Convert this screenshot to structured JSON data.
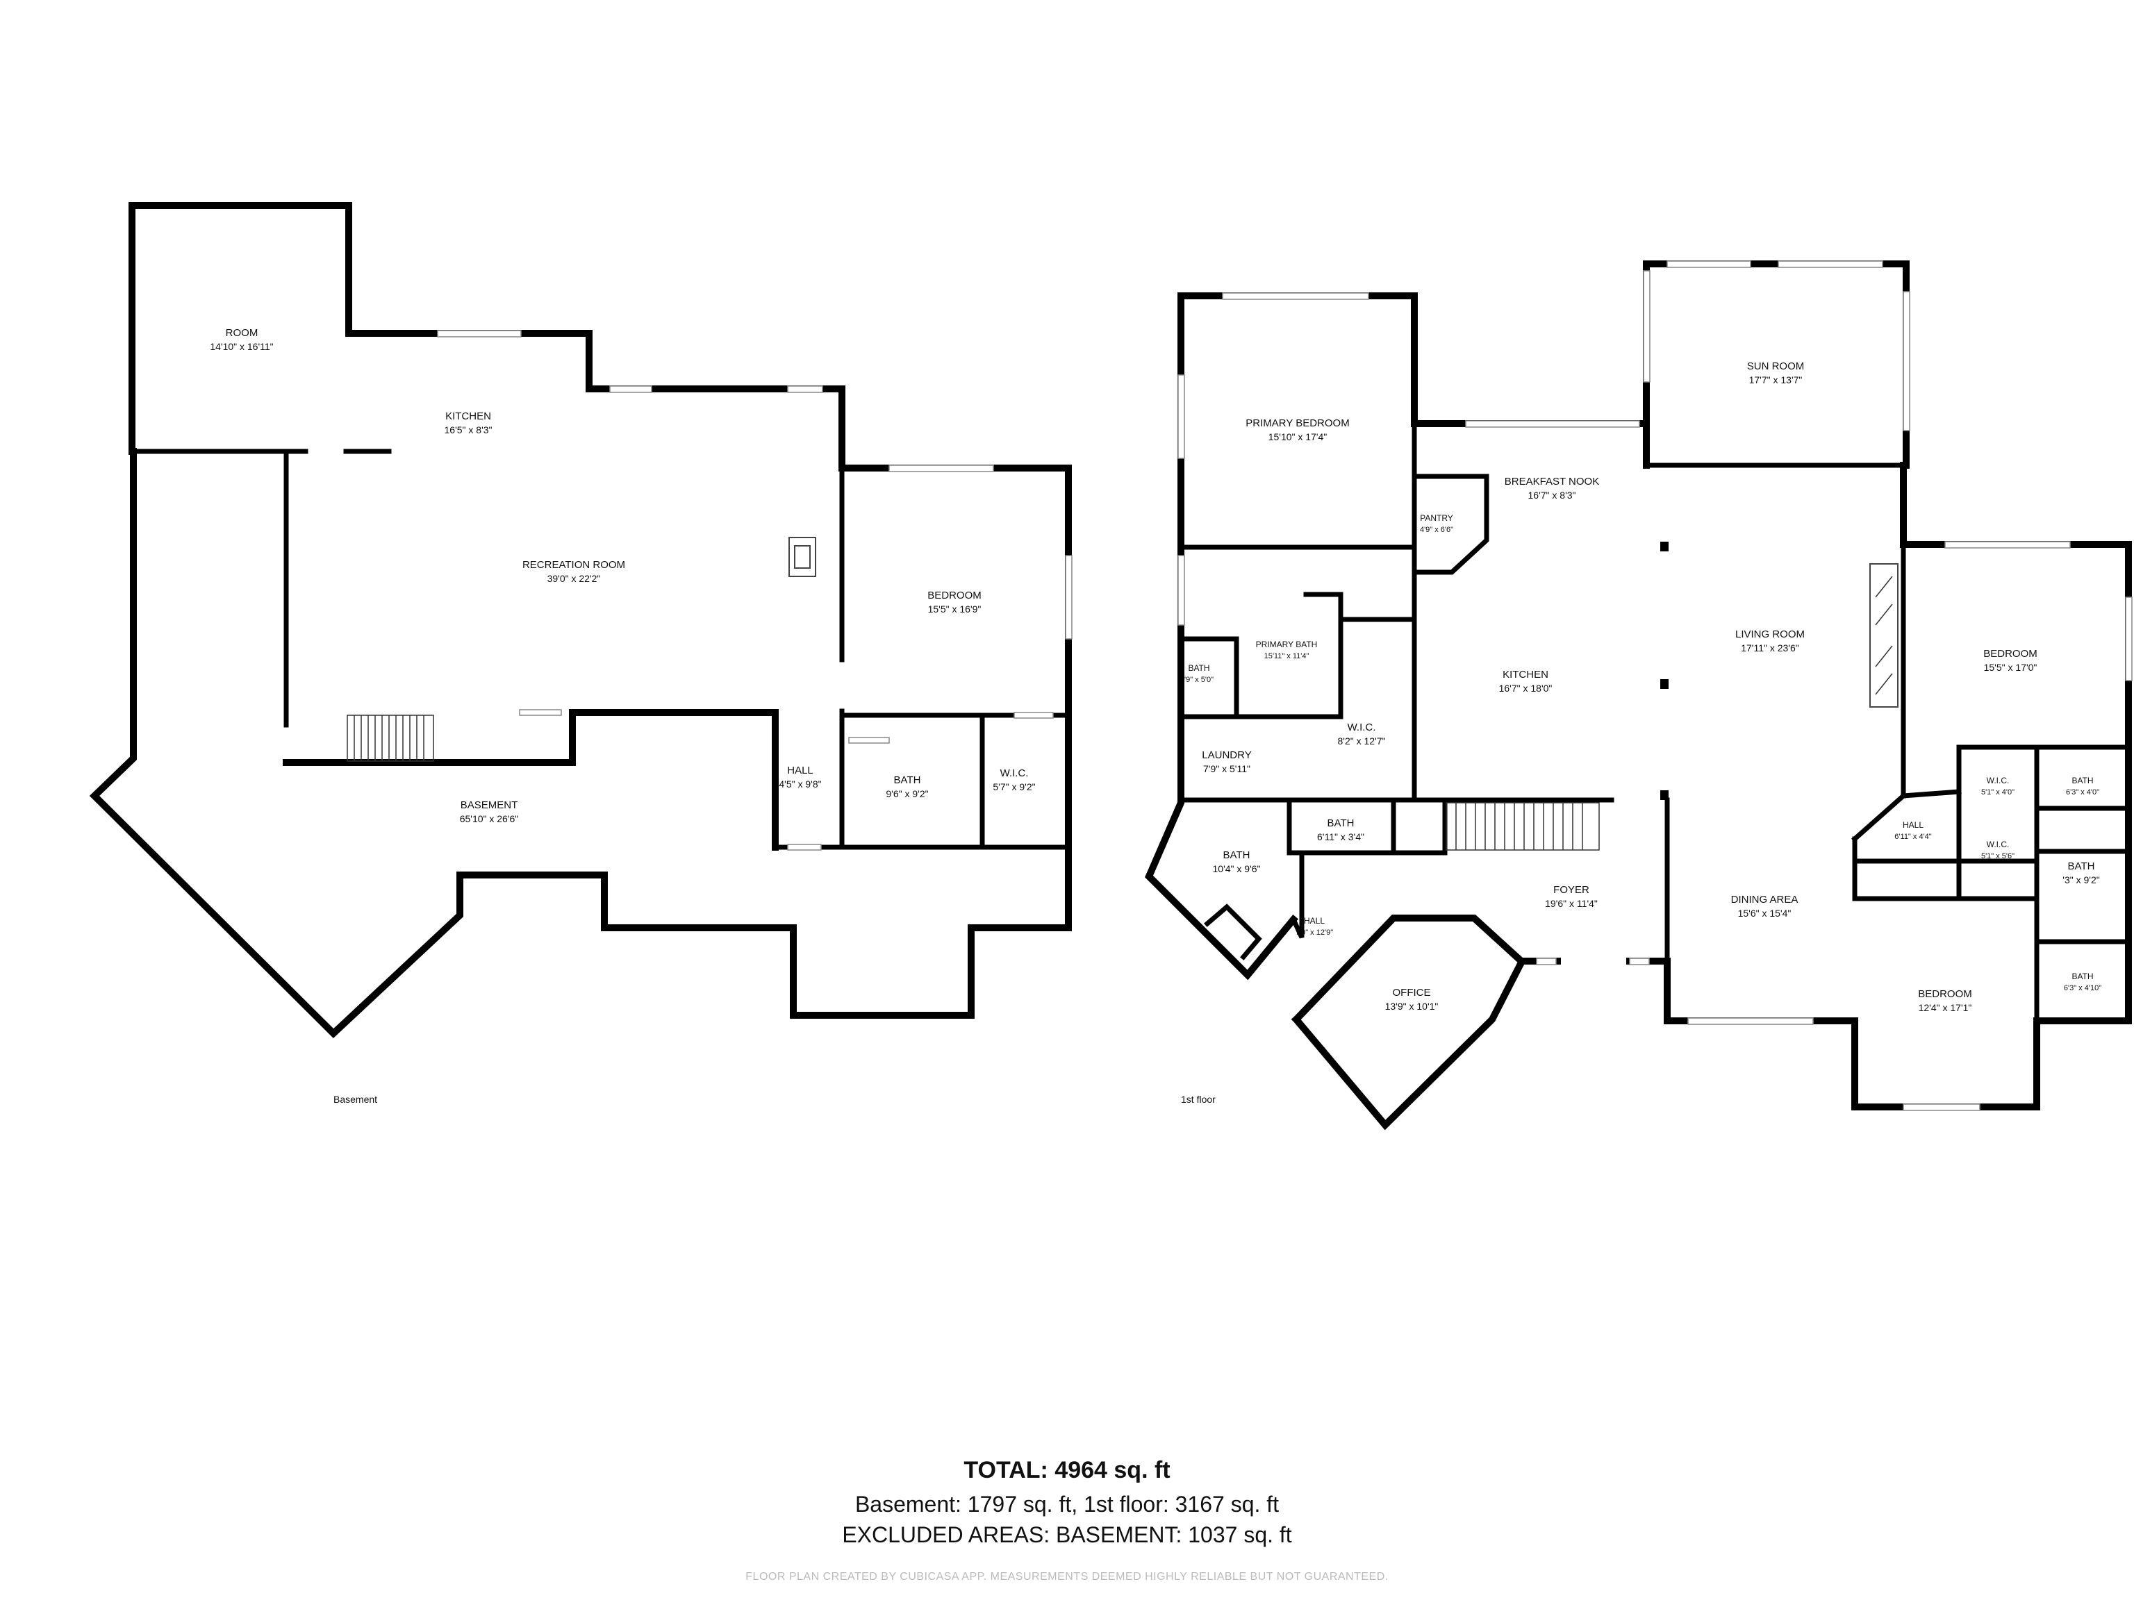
{
  "basement": {
    "floor_label": "Basement",
    "rooms": [
      {
        "id": "room",
        "name": "ROOM",
        "dims": "14'10\" x 16'11\""
      },
      {
        "id": "kitchen",
        "name": "KITCHEN",
        "dims": "16'5\" x 8'3\""
      },
      {
        "id": "recreation-room",
        "name": "RECREATION ROOM",
        "dims": "39'0\" x 22'2\""
      },
      {
        "id": "bedroom",
        "name": "BEDROOM",
        "dims": "15'5\" x 16'9\""
      },
      {
        "id": "hall",
        "name": "HALL",
        "dims": "4'5\" x 9'8\""
      },
      {
        "id": "bath",
        "name": "BATH",
        "dims": "9'6\" x 9'2\""
      },
      {
        "id": "wic",
        "name": "W.I.C.",
        "dims": "5'7\" x 9'2\""
      },
      {
        "id": "basement",
        "name": "BASEMENT",
        "dims": "65'10\" x 26'6\""
      }
    ]
  },
  "first_floor": {
    "floor_label": "1st floor",
    "rooms": [
      {
        "id": "primary-bedroom",
        "name": "PRIMARY BEDROOM",
        "dims": "15'10\" x 17'4\""
      },
      {
        "id": "sun-room",
        "name": "SUN ROOM",
        "dims": "17'7\" x 13'7\""
      },
      {
        "id": "breakfast-nook",
        "name": "BREAKFAST NOOK",
        "dims": "16'7\" x 8'3\""
      },
      {
        "id": "pantry",
        "name": "PANTRY",
        "dims": "4'9\" x 6'6\""
      },
      {
        "id": "primary-bath",
        "name": "PRIMARY BATH",
        "dims": "15'11\" x 11'4\""
      },
      {
        "id": "bath-small",
        "name": "BATH",
        "dims": "'9\" x 5'0\""
      },
      {
        "id": "kitchen",
        "name": "KITCHEN",
        "dims": "16'7\" x 18'0\""
      },
      {
        "id": "living-room",
        "name": "LIVING ROOM",
        "dims": "17'11\" x 23'6\""
      },
      {
        "id": "bedroom-east",
        "name": "BEDROOM",
        "dims": "15'5\" x 17'0\""
      },
      {
        "id": "wic-primary",
        "name": "W.I.C.",
        "dims": "8'2\" x 12'7\""
      },
      {
        "id": "laundry",
        "name": "LAUNDRY",
        "dims": "7'9\" x 5'11\""
      },
      {
        "id": "bath-hall",
        "name": "BATH",
        "dims": "6'11\" x 3'4\""
      },
      {
        "id": "bath-west",
        "name": "BATH",
        "dims": "10'4\" x 9'6\""
      },
      {
        "id": "hall-west",
        "name": "HALL",
        "dims": "7'0\" x 12'9\""
      },
      {
        "id": "foyer",
        "name": "FOYER",
        "dims": "19'6\" x 11'4\""
      },
      {
        "id": "dining-area",
        "name": "DINING AREA",
        "dims": "15'6\" x 15'4\""
      },
      {
        "id": "office",
        "name": "OFFICE",
        "dims": "13'9\" x 10'1\""
      },
      {
        "id": "hall-east",
        "name": "HALL",
        "dims": "6'11\" x 4'4\""
      },
      {
        "id": "wic-a",
        "name": "W.I.C.",
        "dims": "5'1\" x 4'0\""
      },
      {
        "id": "bath-a",
        "name": "BATH",
        "dims": "6'3\" x 4'0\""
      },
      {
        "id": "wic-b",
        "name": "W.I.C.",
        "dims": "5'1\" x 5'6\""
      },
      {
        "id": "bath-b",
        "name": "BATH",
        "dims": "'3\" x 9'2\""
      },
      {
        "id": "bath-c",
        "name": "BATH",
        "dims": "6'3\" x 4'10\""
      },
      {
        "id": "bedroom-southeast",
        "name": "BEDROOM",
        "dims": "12'4\" x 17'1\""
      }
    ]
  },
  "summary": {
    "total": "TOTAL: 4964 sq. ft",
    "breakdown": "Basement: 1797 sq. ft, 1st floor: 3167 sq. ft",
    "excluded": "EXCLUDED AREAS: BASEMENT: 1037 sq. ft"
  },
  "disclaimer": "FLOOR PLAN CREATED BY CUBICASA APP. MEASUREMENTS DEEMED HIGHLY RELIABLE BUT NOT GUARANTEED."
}
